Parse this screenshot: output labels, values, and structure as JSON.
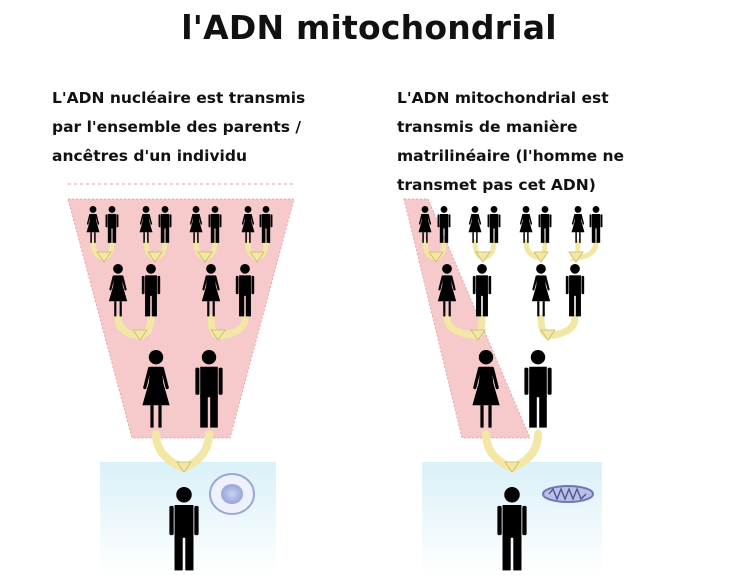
{
  "title": "l'ADN mitochondrial",
  "left_panel": {
    "caption_lines": [
      "L'ADN nucléaire est transmis",
      "par l'ensemble des parents /",
      "ancêtres d'un individu"
    ],
    "highlight_color": "#f6c9cb",
    "cell_icon": "cell-nucleus-icon"
  },
  "right_panel": {
    "caption_lines": [
      "L'ADN mitochondrial est",
      "transmis de manière",
      "matrilinéaire (l'homme ne",
      "transmet pas cet ADN)"
    ],
    "highlight_color": "#f6c9cb",
    "organelle_icon": "mitochondrion-icon"
  },
  "colors": {
    "arrow": "#f3e7a6",
    "arrow_outline": "#c8b96a",
    "figure": "#000000",
    "base_gradient_top": "#d9f1f8"
  }
}
